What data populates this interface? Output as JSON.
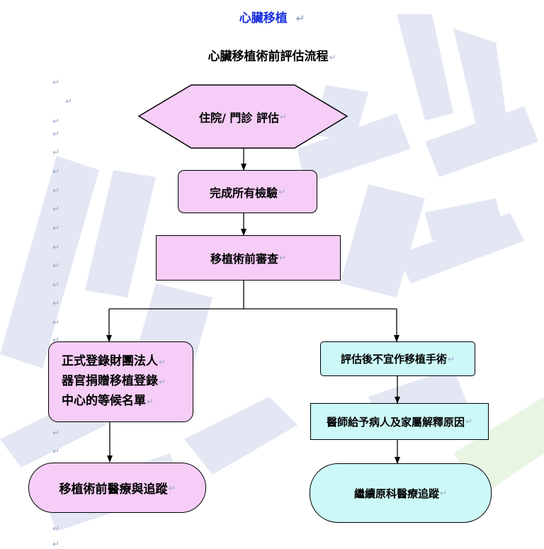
{
  "header": {
    "title": "心臟移植",
    "subtitle": "心臟移植術前評估流程"
  },
  "para_mark": "↵",
  "nodes": {
    "start": "住院/ 門診  評估",
    "exams": "完成所有檢驗",
    "review": "移植術前審查",
    "register_lines": [
      "正式登錄財團法人",
      "器官捐贈移植登錄",
      "中心的等候名單"
    ],
    "follow_pre": "移植術前醫療與追蹤",
    "unsuitable": "評估後不宜作移植手術",
    "explain": "醫師給予病人及家屬解釋原因",
    "continue": "繼續原科醫療追蹤"
  },
  "colors": {
    "pink": "#f6cdf6",
    "cyan": "#cdf8f8",
    "title_blue": "#1a2fe0",
    "watermark": "#dfe3f1"
  }
}
